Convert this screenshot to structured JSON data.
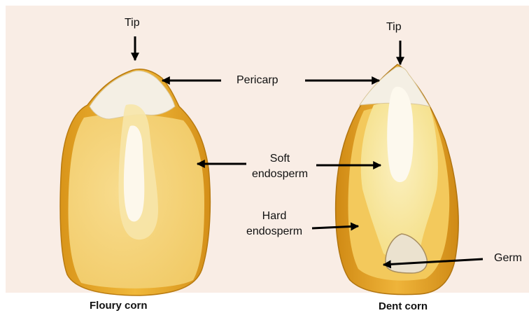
{
  "labels": {
    "tip_left": "Tip",
    "tip_right": "Tip",
    "pericarp": "Pericarp",
    "soft_line1": "Soft",
    "soft_line2": "endosperm",
    "hard_line1": "Hard",
    "hard_line2": "endosperm",
    "germ": "Germ"
  },
  "captions": {
    "left": "Floury corn",
    "right": "Dent corn"
  },
  "colors": {
    "background": "#f9ede5",
    "hull": "#e3a52a",
    "hull_edge": "#c98a14",
    "endosperm": "#f6d47e",
    "white_core": "#fbf4e0",
    "arrow": "#000000"
  }
}
